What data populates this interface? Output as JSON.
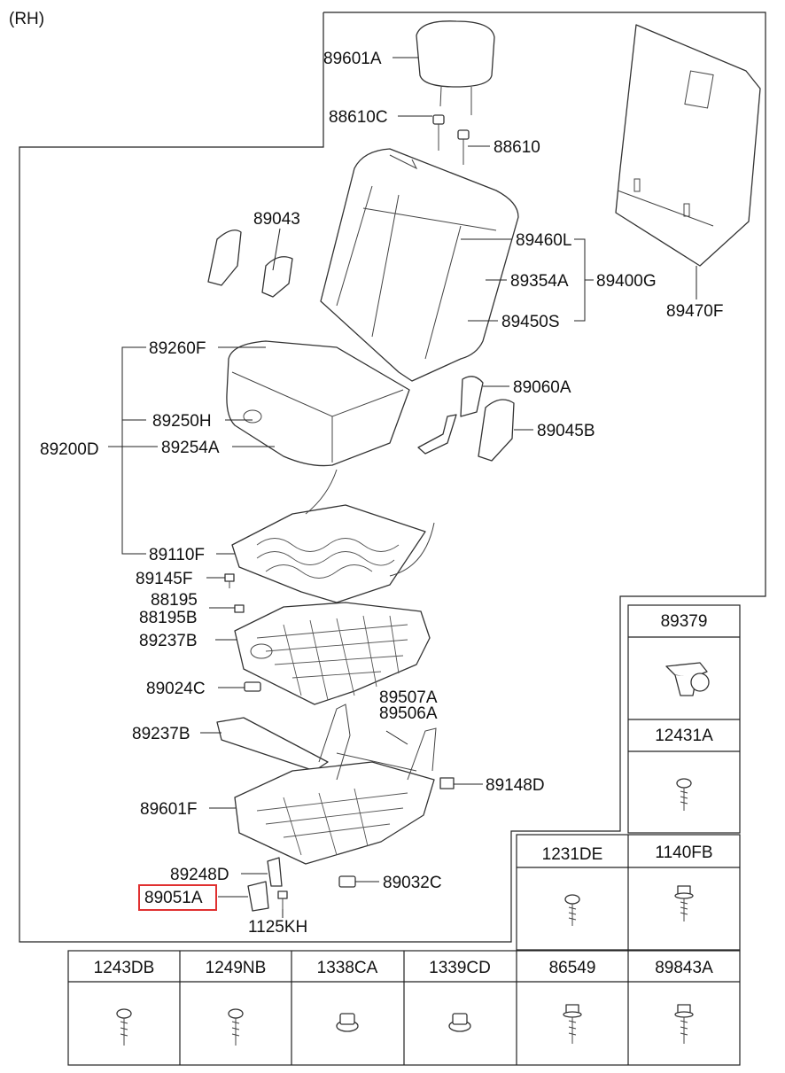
{
  "diagram": {
    "side_label": "(RH)",
    "callouts": {
      "headrest": "89601A",
      "guide_left": "88610C",
      "guide_right": "88610",
      "cover_left": "89043",
      "back_cover_l": "89460L",
      "back_pad": "89354A",
      "back_assy": "89400G",
      "back_cover_s": "89450S",
      "board": "89470F",
      "cushion_cover": "89260F",
      "cushion_pad": "89250H",
      "cushion_trim": "89254A",
      "cushion_assy": "89200D",
      "recliner_cover": "89060A",
      "shield": "89045B",
      "frame": "89110F",
      "clip": "89145F",
      "bolt_a": "88195",
      "bolt_b": "88195B",
      "pan": "89237B",
      "bracket": "89024C",
      "cable_a": "89507A",
      "cable_b": "89506A",
      "track_bar": "89237B",
      "screw_side": "89148D",
      "track": "89601F",
      "lever": "89248D",
      "knob": "89051A",
      "nut_clip": "89032C",
      "bolt_bottom": "1125KH"
    },
    "fasteners_right": [
      "89379",
      "12431A"
    ],
    "fasteners_mid": [
      "1231DE",
      "1140FB"
    ],
    "fasteners_bottom": [
      "1243DB",
      "1249NB",
      "1338CA",
      "1339CD",
      "86549",
      "89843A"
    ]
  }
}
